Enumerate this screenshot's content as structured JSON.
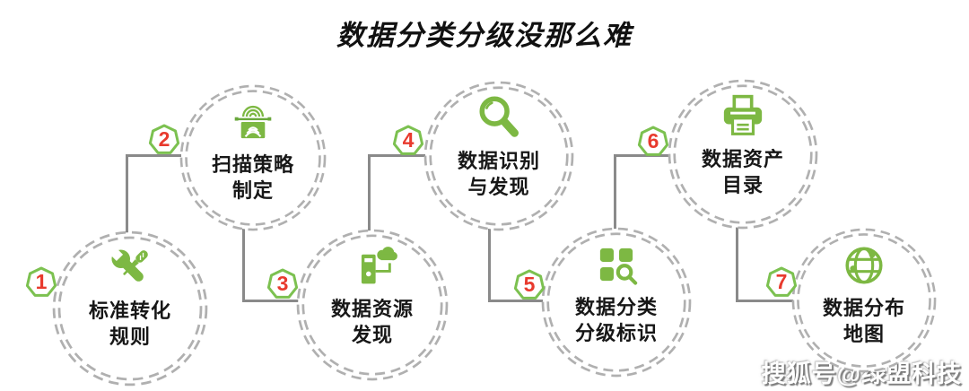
{
  "title": "数据分类分级没那么难",
  "watermark": "搜狐号@绿盟科技",
  "colors": {
    "icon_green": "#7db843",
    "badge_green": "#7cc150",
    "number_red": "#e83a2e",
    "ring_gray": "#b0b0b0",
    "connector_gray": "#8a8a8a",
    "text_black": "#171717"
  },
  "steps": [
    {
      "number": "1",
      "label_line1": "标准转化",
      "label_line2": "规则",
      "icon": "tools-icon"
    },
    {
      "number": "2",
      "label_line1": "扫描策略",
      "label_line2": "制定",
      "icon": "fingerprint-scan-icon"
    },
    {
      "number": "3",
      "label_line1": "数据资源",
      "label_line2": "发现",
      "icon": "server-cloud-icon"
    },
    {
      "number": "4",
      "label_line1": "数据识别",
      "label_line2": "与发现",
      "icon": "magnifier-icon"
    },
    {
      "number": "5",
      "label_line1": "数据分类",
      "label_line2": "分级标识",
      "icon": "grid-search-icon"
    },
    {
      "number": "6",
      "label_line1": "数据资产",
      "label_line2": "目录",
      "icon": "printer-icon"
    },
    {
      "number": "7",
      "label_line1": "数据分布",
      "label_line2": "地图",
      "icon": "globe-icon"
    }
  ]
}
